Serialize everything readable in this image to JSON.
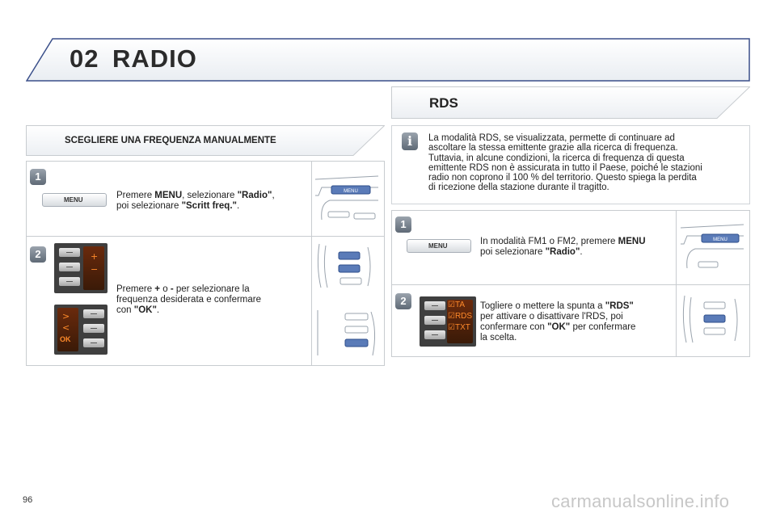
{
  "header": {
    "number": "02",
    "title": "RADIO"
  },
  "left": {
    "section_title": "SCEGLIERE UNA FREQUENZA MANUALMENTE",
    "step1": {
      "badge": "1",
      "menu_key": "MENU",
      "t1": "Premere ",
      "b1": "MENU",
      "t2": ", selezionare ",
      "b2": "\"Radio\"",
      "t3": ",",
      "t4": "poi selezionare ",
      "b3": "\"Scritt freq.\"",
      "t5": ".",
      "sketch_key": "MENU"
    },
    "step2": {
      "badge": "2",
      "t1": "Premere ",
      "b1": "+",
      "t2": " o ",
      "b2": "-",
      "t3": " per selezionare la",
      "line2": "frequenza desiderata e confermare",
      "t4": "con ",
      "b3": "\"OK\"",
      "t5": ".",
      "key_plus": "+",
      "key_minus": "−",
      "key_ok": "OK"
    }
  },
  "right": {
    "section_title": "RDS",
    "info": {
      "icon": "info-icon",
      "lines": [
        "La modalità RDS, se visualizzata, permette di continuare ad",
        "ascoltare la stessa emittente grazie alla ricerca di frequenza.",
        "Tuttavia, in alcune condizioni, la ricerca di frequenza di questa",
        "emittente RDS non è assicurata in tutto il Paese, poiché le stazioni",
        "radio non coprono il 100 % del territorio. Questo spiega la perdita",
        "di ricezione della stazione durante il tragitto."
      ]
    },
    "step1": {
      "badge": "1",
      "menu_key": "MENU",
      "t1": "In modalità FM1 o FM2, premere ",
      "b1": "MENU",
      "t2": "poi selezionare ",
      "b2": "\"Radio\"",
      "t3": ".",
      "sketch_key": "MENU"
    },
    "step2": {
      "badge": "2",
      "t1": "Togliere o mettere la spunta a ",
      "b1": "\"RDS\"",
      "line2": "per attivare o disattivare l'RDS, poi",
      "t2": "confermare con ",
      "b2": "\"OK\"",
      "t3": " per confermare",
      "line4": "la scelta.",
      "screen": [
        "☑TA",
        "☑RDS",
        "☑TXT"
      ]
    }
  },
  "footer": {
    "page_number": "96",
    "watermark": "carmanualsonline.info"
  }
}
